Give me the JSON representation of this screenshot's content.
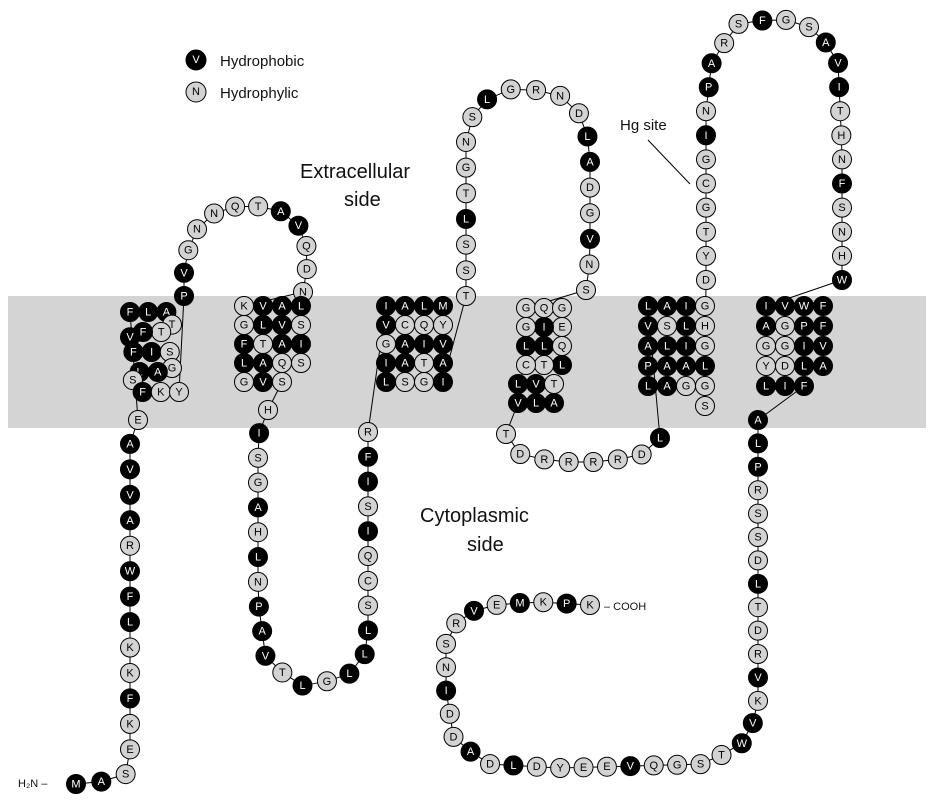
{
  "legend": {
    "hydrophobic": {
      "symbol": "V",
      "label": "Hydrophobic"
    },
    "hydrophylic": {
      "symbol": "N",
      "label": "Hydrophylic"
    }
  },
  "labels": {
    "extracellular_line1": "Extracellular",
    "extracellular_line2": "side",
    "cytoplasmic_line1": "Cytoplasmic",
    "cytoplasmic_line2": "side",
    "hg_site": "Hg site",
    "n_terminus": "H₂N –",
    "c_terminus": "– COOH"
  },
  "colors": {
    "hydrophobic_fill": "#000000",
    "hydrophylic_fill": "#d3d3d3",
    "membrane_band": "#d4d4d4",
    "outline": "#000000"
  },
  "residues": {
    "n_tail": "MASEKFKKLFWRAVVAE",
    "tm1": "FLATTFVFISGALSFKY",
    "loop1": "PVGNNQTAVQDN",
    "tm2": "KVALSVLGFTAISQALGVS",
    "cyto_loop1": "HISGAHLNPAVTLGLLLSCQISIFR",
    "tm3": "IALMYQCVGAIVATAILSGI",
    "loop2": "TSSLTGNSLGRNDLADGVNS",
    "tm4": "GQGEIGLLQLTCLVTALV",
    "cyto_loop2": "TDRRRRDL",
    "tm5": "LAIGHLSVALIGLAAPLAGGS",
    "loop3": "DYTGCGINPARSFGSAVITHNFSNHW",
    "tm6": "IVWFFPGAGGIVALDYLIF",
    "c_tail": "ALPRSSDLTDRVKVWTSGQVEEYDLDADDINSRVEMKPK"
  }
}
